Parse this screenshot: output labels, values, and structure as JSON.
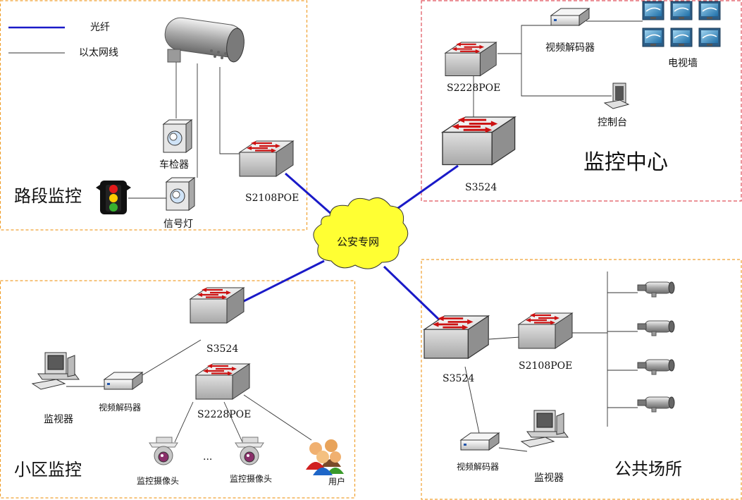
{
  "legend": {
    "fiber": "光纤",
    "ethernet": "以太网线"
  },
  "regions": {
    "road": "路段监控",
    "center": "监控中心",
    "community": "小区监控",
    "public": "公共场所"
  },
  "cloud": "公安专网",
  "road": {
    "switch": "S2108POE",
    "vehicle_detector": "车检器",
    "signal_light": "信号灯"
  },
  "center": {
    "switch_small": "S2228POE",
    "switch_main": "S3524",
    "decoder": "视频解码器",
    "tv_wall": "电视墙",
    "console": "控制台"
  },
  "community": {
    "switch_main": "S3524",
    "switch_poe": "S2228POE",
    "decoder": "视频解码器",
    "monitor": "监视器",
    "camera1": "监控摄像头",
    "camera2": "监控摄像头",
    "ellipsis": "...",
    "user": "用户"
  },
  "public": {
    "switch_main": "S3524",
    "switch_poe": "S2108POE",
    "decoder": "视频解码器",
    "monitor": "监视器"
  },
  "colors": {
    "fiber": "#1a1ac8",
    "region_orange": "#f0a030",
    "region_red": "#e0505a",
    "cloud": "#ffff33",
    "switch_arrow": "#cc1111"
  }
}
